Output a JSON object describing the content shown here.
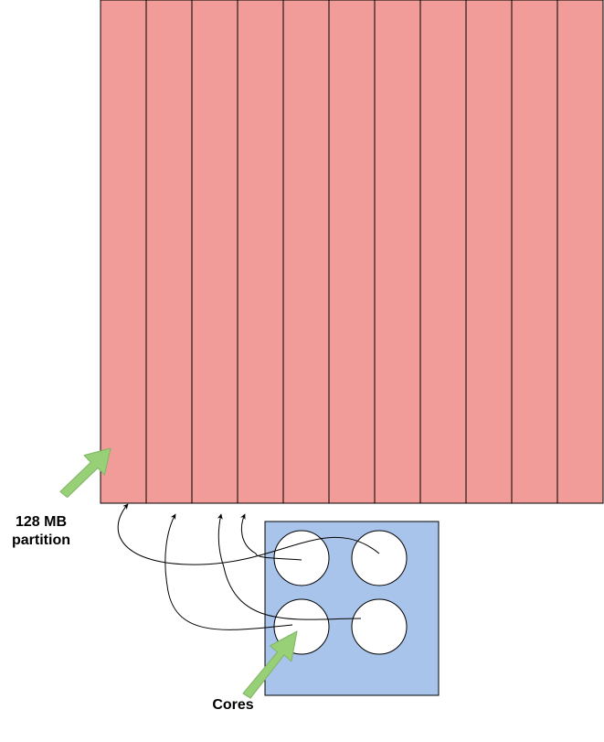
{
  "labels": {
    "partition": [
      "128 MB",
      "partition"
    ],
    "cores": "Cores"
  },
  "data_block": {
    "partition_count": 11
  },
  "executor": {
    "core_count": 4
  },
  "colors": {
    "partition_fill": "#f19c99",
    "executor_fill": "#a9c4eb",
    "core_fill": "#ffffff",
    "pointer_arrow_fill": "#97d077",
    "pointer_arrow_stroke": "#82b366",
    "stroke": "#000000"
  }
}
